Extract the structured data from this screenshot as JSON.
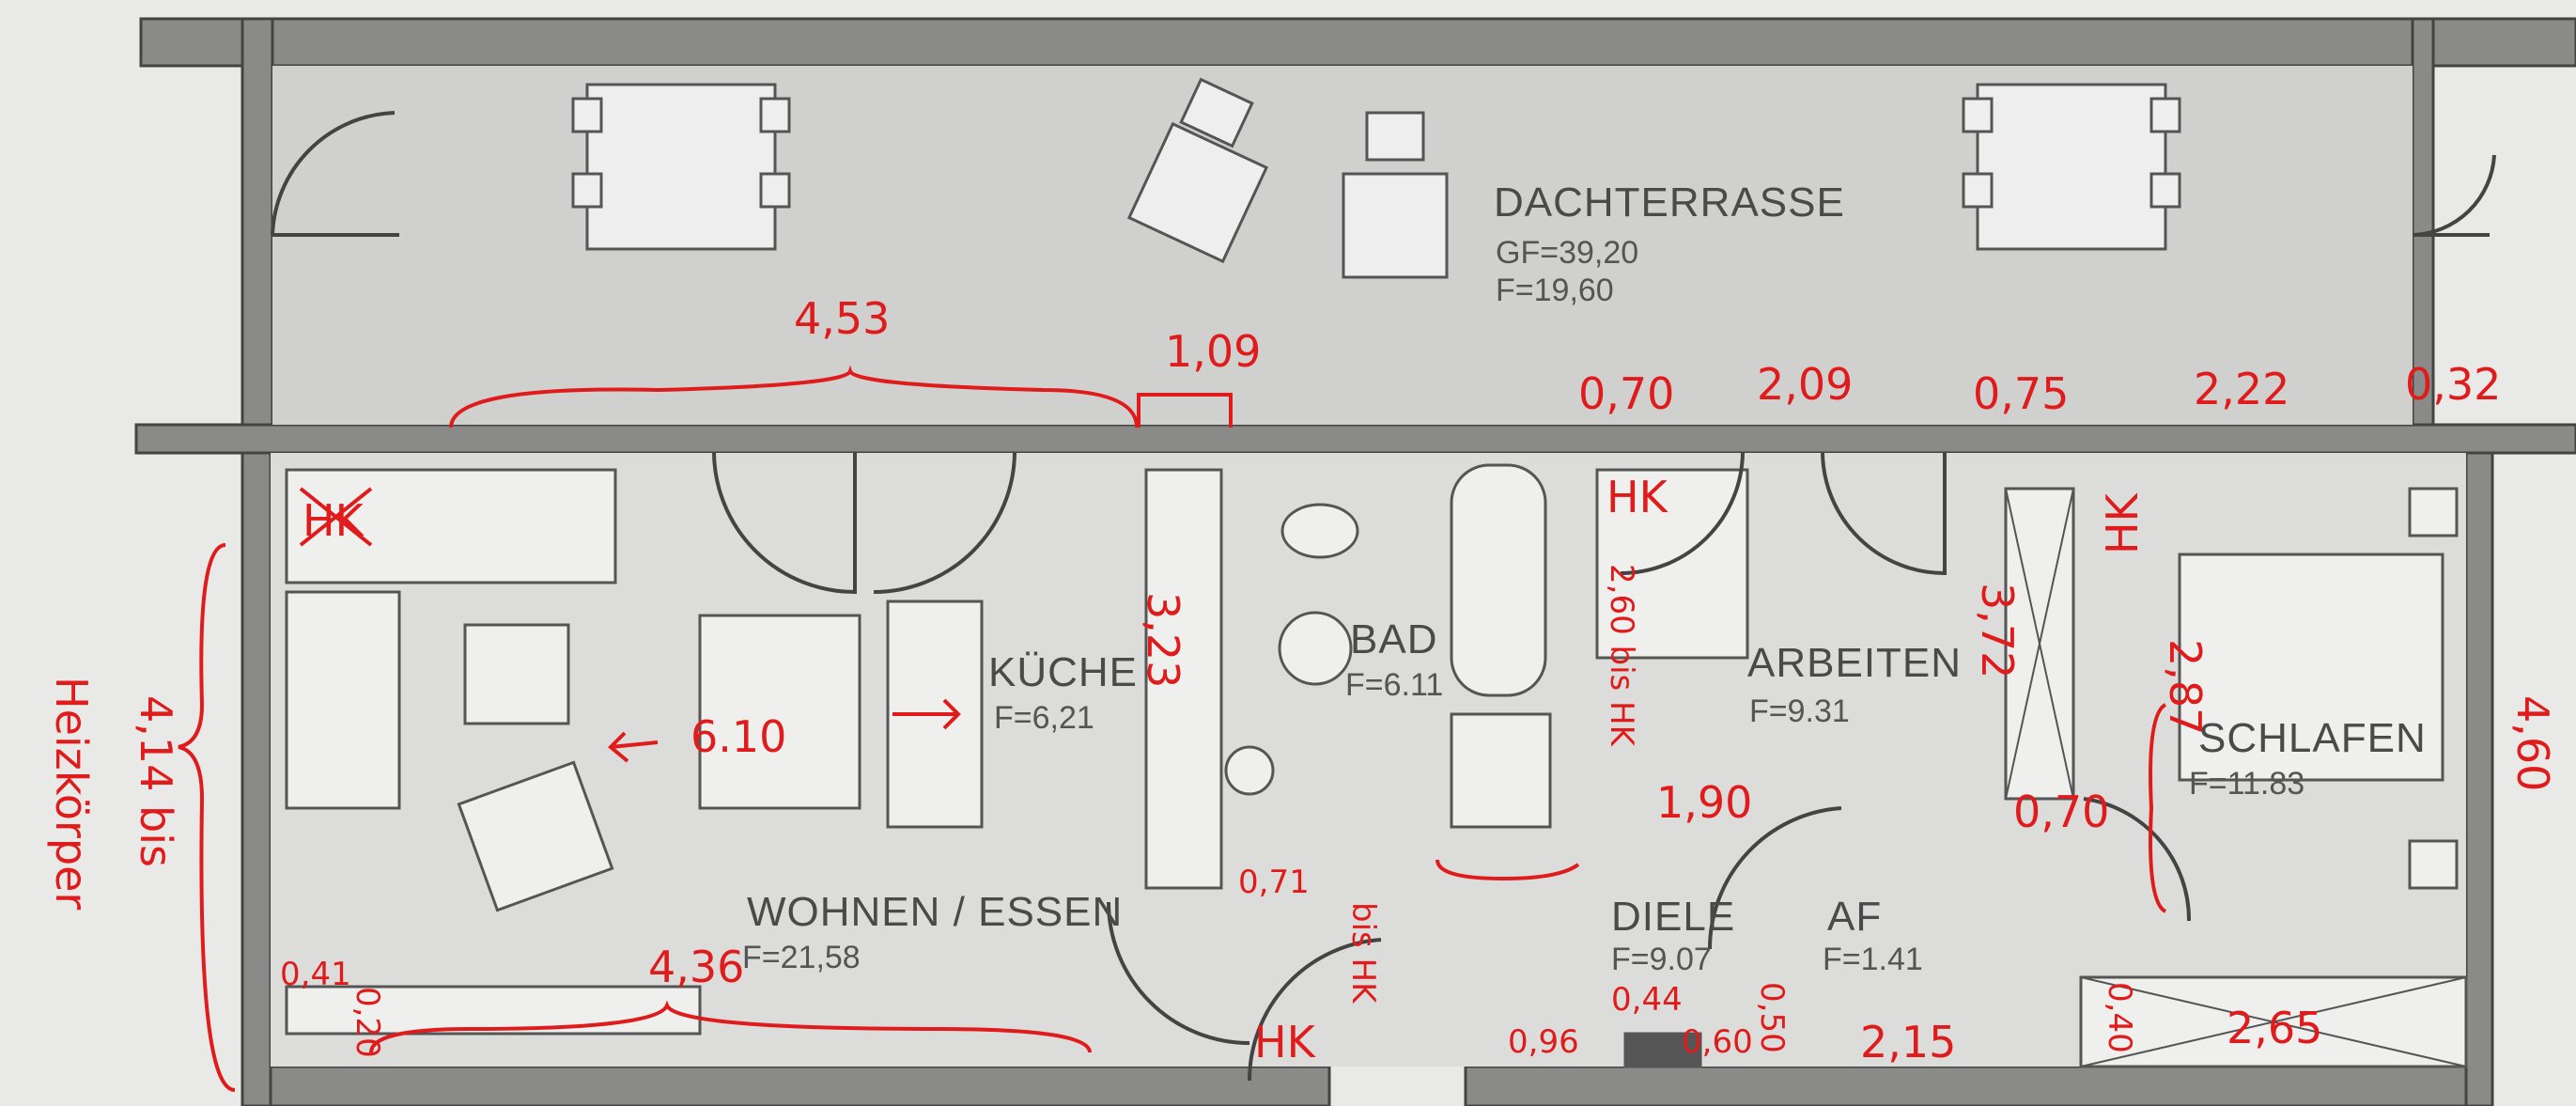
{
  "rooms": {
    "terrace": {
      "name": "DACHTERRASSE",
      "gf": "GF=39,20",
      "f": "F=19,60"
    },
    "kitchen": {
      "name": "KÜCHE",
      "f": "F=6,21"
    },
    "bath": {
      "name": "BAD",
      "f": "F=6.11"
    },
    "office": {
      "name": "ARBEITEN",
      "f": "F=9.31"
    },
    "bedroom": {
      "name": "SCHLAFEN",
      "f": "F=11.83"
    },
    "living": {
      "name": "WOHNEN / ESSEN",
      "f": "F=21,58"
    },
    "hall": {
      "name": "DIELE",
      "f": "F=9.07"
    },
    "af": {
      "name": "AF",
      "f": "F=1.41"
    }
  },
  "notes": {
    "dim_453": "4,53",
    "dim_109": "1,09",
    "dim_070_top": "0,70",
    "dim_209": "2,09",
    "dim_075": "0,75",
    "dim_222": "2,22",
    "dim_032": "0,32",
    "hk_living": "HK",
    "hk_office": "HK",
    "hk_bedroom": "HK",
    "hk_hall": "HK",
    "dim_610": "6.10",
    "dim_323": "3,23",
    "office_note": "2,60 bis HK",
    "dim_190": "1,90",
    "dim_372": "3,72",
    "dim_070_mid": "0,70",
    "dim_287": "2,87",
    "dim_460": "4,60",
    "dim_071": "0,71",
    "hk_hall_note": "bis HK",
    "dim_436": "4,36",
    "dim_041": "0,41",
    "dim_020": "0,20",
    "dim_096": "0,96",
    "dim_044": "0,44",
    "dim_060": "0,60",
    "dim_050": "0,50",
    "dim_215": "2,15",
    "dim_040": "0,40",
    "dim_265": "2,65",
    "left_note_1": "4,14 bis",
    "left_note_2": "Heizkörper"
  },
  "colors": {
    "wall": "#7c7c7a",
    "pencil": "#e01b1b",
    "paper": "#e9e9e7"
  }
}
